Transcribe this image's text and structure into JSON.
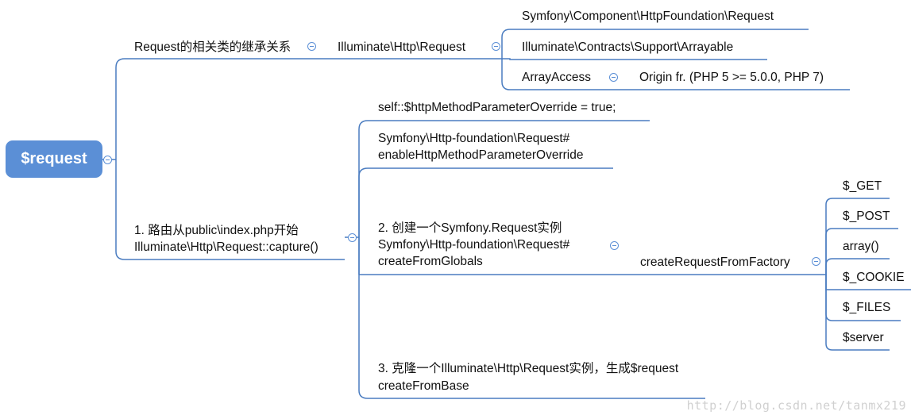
{
  "root": {
    "label": "$request"
  },
  "branches": {
    "inheritance": {
      "label": "Request的相关类的继承关系",
      "child": {
        "label": "Illuminate\\Http\\Request",
        "children": [
          "Symfony\\Component\\HttpFoundation\\Request",
          "Illuminate\\Contracts\\Support\\Arrayable",
          "ArrayAccess"
        ],
        "arrayaccess_child": "Origin fr. (PHP 5 >= 5.0.0, PHP 7)"
      }
    },
    "routing": {
      "label_line1": "1. 路由从public\\index.php开始",
      "label_line2": "Illuminate\\Http\\Request::capture()",
      "steps": {
        "override": "self::$httpMethodParameterOverride = true;",
        "enable_line1": "Symfony\\Http-foundation\\Request#",
        "enable_line2": "enableHttpMethodParameterOverride",
        "create_line1": "2. 创建一个Symfony.Request实例",
        "create_line2": "Symfony\\Http-foundation\\Request#",
        "create_line3": "createFromGlobals",
        "factory": {
          "label": "createRequestFromFactory",
          "params": [
            "$_GET",
            "$_POST",
            "array()",
            "$_COOKIE",
            "$_FILES",
            "$server"
          ]
        },
        "clone_line1": "3. 克隆一个Illuminate\\Http\\Request实例，生成$request",
        "clone_line2": "createFromBase"
      }
    }
  },
  "watermark": "http://blog.csdn.net/tanmx219",
  "colors": {
    "line": "#4a7cc0",
    "root_fill": "#5b8fd6",
    "root_text": "#ffffff"
  }
}
